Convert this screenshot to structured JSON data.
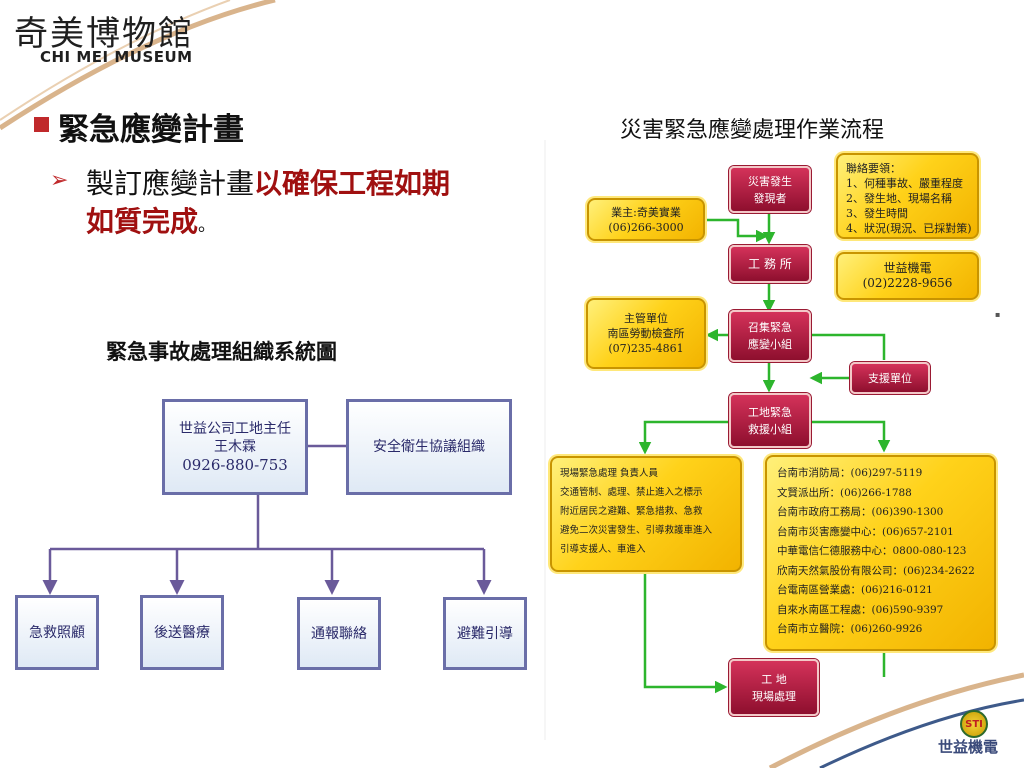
{
  "logo": {
    "cn": "奇美博物館",
    "en": "CHI MEI MUSEUM"
  },
  "heading": "緊急應變計畫",
  "body": {
    "normal": "製訂應變計畫",
    "emphasis_1": "以確保工程如期",
    "emphasis_2": "如質完成",
    "end": "。"
  },
  "org_chart": {
    "title": "緊急事故處理組織系統圖",
    "top": {
      "line1": "世益公司工地主任",
      "line2": "王木霖",
      "line3": "0926-880-753"
    },
    "side": "安全衛生協議組織",
    "children": [
      "急救照顧",
      "後送醫療",
      "通報聯絡",
      "避難引導"
    ]
  },
  "flow": {
    "title": "災害緊急應變處理作業流程",
    "discoverer": {
      "line1": "災害發生",
      "line2": "發現者"
    },
    "owner": {
      "line1": "業主:奇美實業",
      "line2": "(06)266-3000"
    },
    "site_office": "工 務 所",
    "contact_items": {
      "line1": "聯絡要領：",
      "line2": "1、何種事故、嚴重程度",
      "line3": "2、發生地、現場名稱",
      "line4": "3、發生時間",
      "line5": "4、狀況(現況、已採對策)"
    },
    "company": {
      "line1": "世益機電",
      "line2": "(02)2228-9656"
    },
    "authority": {
      "line1": "主管單位",
      "line2": "南區勞動檢查所",
      "line3": "(07)235-4861"
    },
    "emergency_team": {
      "line1": "召集緊急",
      "line2": "應變小組"
    },
    "support": "支援單位",
    "rescue_team": {
      "line1": "工地緊急",
      "line2": "救援小組"
    },
    "onsite": {
      "line1": "現場緊急處理 負責人員",
      "line2": "交通管制、處理、禁止進入之標示",
      "line3": "附近居民之避難、緊急措救、急救",
      "line4": "避免二次災害發生、引導救護車進入",
      "line5": "引導支援人、車進入"
    },
    "contacts": [
      "台南市消防局：(06)297-5119",
      "文賢派出所：(06)266-1788",
      "台南市政府工務局：(06)390-1300",
      "台南市災害應變中心：(06)657-2101",
      "中華電信仁德服務中心：0800-080-123",
      "欣南天然氣股份有限公司：(06)234-2622",
      "台電南區營業處：(06)216-0121",
      "自來水南區工程處：(06)590-9397",
      "台南市立醫院：(06)260-9926"
    ],
    "final": {
      "line1": "工  地",
      "line2": "現場處理"
    }
  },
  "footer_logo": {
    "mark": "STI",
    "text": "世益機電"
  },
  "colors": {
    "red_box": "#b01c40",
    "gold_box": "#ffd21a",
    "arrow": "#2db52d",
    "org_border": "#6a6ea8",
    "bullet": "#c0292b"
  }
}
